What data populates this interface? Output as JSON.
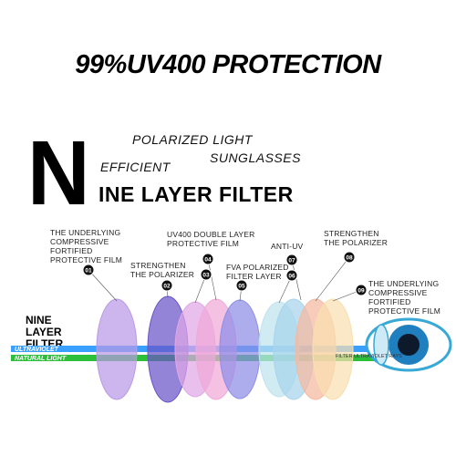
{
  "headline": "99%UV400 PROTECTION",
  "brand": {
    "big_letter": "N",
    "polarized_light": "POLARIZED LIGHT",
    "efficient": "EFFICIENT",
    "sunglasses": "SUNGLASSES",
    "nine_layer_filter": "INE LAYER FILTER"
  },
  "side_label": [
    "NINE",
    "LAYER",
    "FILTER"
  ],
  "bands": {
    "ultraviolet": "ULTRAVIOLET",
    "natural_light": "NATURAL LIGHT",
    "ultraviolet_color": "#3aa0ff",
    "natural_color": "#2bbf3a"
  },
  "filter_rays_text": "FILTER ULTRAVIOLET RAYS",
  "layer_labels": [
    {
      "number": "01",
      "text": [
        "THE UNDERLYING",
        "COMPRESSIVE",
        "FORTIFIED",
        "PROTECTIVE FILM"
      ]
    },
    {
      "number": "02",
      "text": [
        "STRENGTHEN",
        "THE POLARIZER"
      ]
    },
    {
      "number": "03",
      "text": [
        "UV400 DOUBLE LAYER",
        "PROTECTIVE FILM"
      ]
    },
    {
      "number": "04",
      "text": []
    },
    {
      "number": "05",
      "text": [
        "FVA POLARIZED",
        "FILTER LAYER"
      ]
    },
    {
      "number": "06",
      "text": []
    },
    {
      "number": "07",
      "text": [
        "ANTI-UV"
      ]
    },
    {
      "number": "08",
      "text": [
        "STRENGTHEN",
        "THE POLARIZER"
      ]
    },
    {
      "number": "09",
      "text": [
        "THE UNDERLYING",
        "COMPRESSIVE",
        "FORTIFIED",
        "PROTECTIVE FILM"
      ]
    }
  ],
  "lens_colors": [
    "#b99ae6",
    "#6a55c8",
    "#e0a6e6",
    "#f1a9d8",
    "#8d8ee8",
    "#bfe3ee",
    "#a7d4ec",
    "#f5b99f",
    "#f9dfb0"
  ]
}
